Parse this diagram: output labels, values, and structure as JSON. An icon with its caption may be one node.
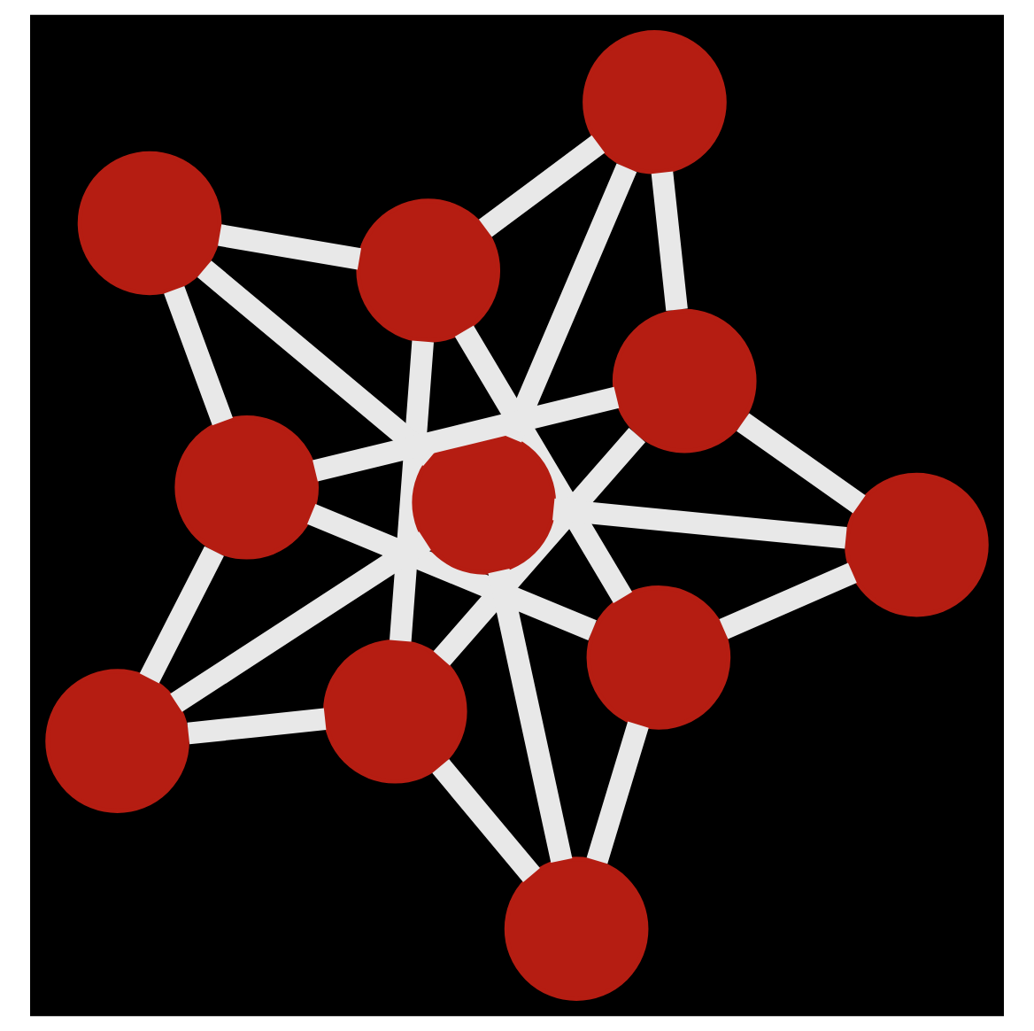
{
  "diagram": {
    "nodes": [
      {
        "text": [],
        "shape": "circle"
      },
      {
        "text": [],
        "shape": "circle"
      },
      {
        "text": [],
        "shape": "circle"
      },
      {
        "text": [],
        "shape": "circle"
      },
      {
        "text": [],
        "shape": "circle"
      },
      {
        "text": [],
        "shape": "circle"
      },
      {
        "text": [],
        "shape": "circle"
      },
      {
        "text": [],
        "shape": "circle"
      },
      {
        "text": [],
        "shape": "circle"
      },
      {
        "text": [],
        "shape": "circle"
      },
      {
        "text": [],
        "shape": "circle"
      }
    ],
    "edges": [
      {
        "from": 0,
        "to": 1,
        "arrow": "none"
      },
      {
        "from": 0,
        "to": 3,
        "arrow": "none"
      },
      {
        "from": 1,
        "to": 9,
        "arrow": "none"
      },
      {
        "from": 3,
        "to": 10,
        "arrow": "none"
      },
      {
        "from": 9,
        "to": 10,
        "arrow": "none"
      },
      {
        "from": 6,
        "to": 2,
        "arrow": "none"
      },
      {
        "from": 6,
        "to": 4,
        "arrow": "none"
      },
      {
        "from": 6,
        "to": 5,
        "arrow": "none"
      },
      {
        "from": 6,
        "to": 7,
        "arrow": "none"
      },
      {
        "from": 6,
        "to": 8,
        "arrow": "none"
      },
      {
        "from": 1,
        "to": 2,
        "arrow": "none"
      },
      {
        "from": 2,
        "to": 3,
        "arrow": "none"
      },
      {
        "from": 0,
        "to": 4,
        "arrow": "none"
      },
      {
        "from": 4,
        "to": 9,
        "arrow": "none"
      },
      {
        "from": 0,
        "to": 5,
        "arrow": "none"
      },
      {
        "from": 5,
        "to": 10,
        "arrow": "none"
      },
      {
        "from": 1,
        "to": 7,
        "arrow": "none"
      },
      {
        "from": 7,
        "to": 10,
        "arrow": "none"
      },
      {
        "from": 3,
        "to": 8,
        "arrow": "none"
      },
      {
        "from": 8,
        "to": 9,
        "arrow": "none"
      }
    ]
  }
}
